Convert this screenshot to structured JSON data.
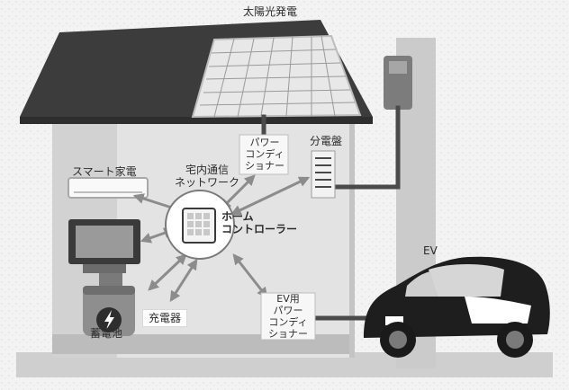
{
  "labels": {
    "solar": "太陽光発電",
    "pcs_line1": "パワー",
    "pcs_line2": "コンディ",
    "pcs_line3": "ショナー",
    "panel": "分電盤",
    "smart_appliance": "スマート家電",
    "network_line1": "宅内通信",
    "network_line2": "ネットワーク",
    "controller_line1": "ホーム",
    "controller_line2": "コントローラー",
    "ev": "EV",
    "ev_pcs_line1": "EV用",
    "ev_pcs_line2": "パワー",
    "ev_pcs_line3": "コンディ",
    "ev_pcs_line4": "ショナー",
    "charger": "充電器",
    "battery": "蓄電池"
  },
  "colors": {
    "roof": "#3c3c3c",
    "solar_panel": "#e6e6e6",
    "wall": "#e1e1e1",
    "pole": "#c9c9c9",
    "arrow": "#8c8c8c",
    "cable": "#4a4a4a",
    "car_body": "#1e1e1e"
  },
  "icons": {
    "battery_symbol": "lightning-bolt-icon",
    "controller_symbol": "grid-icon"
  }
}
